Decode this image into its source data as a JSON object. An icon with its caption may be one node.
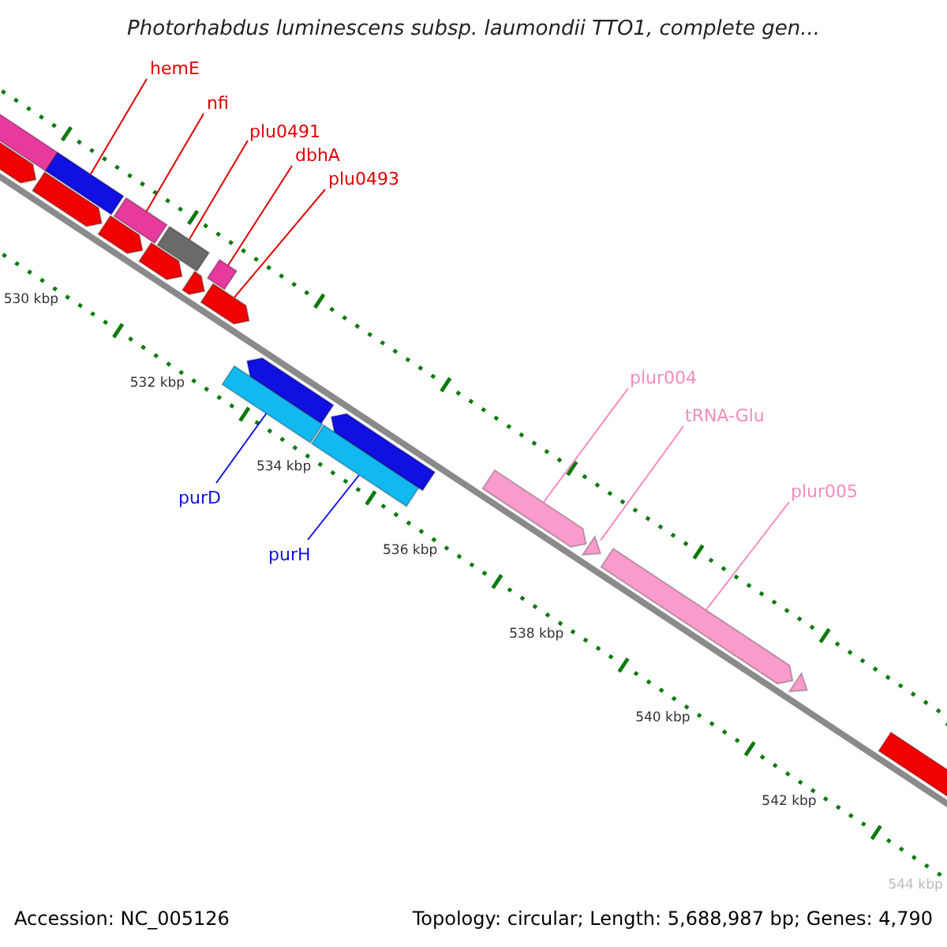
{
  "diagram": {
    "title": "Photorhabdus luminescens subsp. laumondii TTO1, complete gen...",
    "nodes": [
      {
        "text": [
          "hemE"
        ]
      },
      {
        "text": [
          "nfi"
        ]
      },
      {
        "text": [
          "plu0491"
        ]
      },
      {
        "text": [
          "dbhA"
        ]
      },
      {
        "text": [
          "plu0493"
        ]
      },
      {
        "text": [
          "plur004"
        ]
      },
      {
        "text": [
          "tRNA-Glu"
        ]
      },
      {
        "text": [
          "plur005"
        ]
      },
      {
        "text": [
          "purD"
        ]
      },
      {
        "text": [
          "purH"
        ]
      },
      {
        "text": [],
        "shape": "box"
      },
      {
        "text": [],
        "shape": "box"
      },
      {
        "text": [],
        "shape": "box"
      },
      {
        "text": [],
        "shape": "box"
      },
      {
        "text": [],
        "shape": "box"
      },
      {
        "text": [],
        "shape": "arrow"
      },
      {
        "text": [],
        "shape": "arrow"
      },
      {
        "text": [],
        "shape": "arrow"
      },
      {
        "text": [],
        "shape": "arrow"
      },
      {
        "text": [],
        "shape": "arrow"
      },
      {
        "text": [],
        "shape": "arrow"
      },
      {
        "text": [],
        "shape": "arrow"
      },
      {
        "text": [],
        "shape": "arrow"
      },
      {
        "text": [],
        "shape": "box"
      },
      {
        "text": [],
        "shape": "box"
      },
      {
        "text": [],
        "shape": "arrow"
      },
      {
        "text": [],
        "shape": "triangle"
      },
      {
        "text": [],
        "shape": "arrow"
      },
      {
        "text": [],
        "shape": "triangle"
      },
      {
        "text": [],
        "shape": "arrow"
      }
    ],
    "edges": [
      {
        "from": 0,
        "to": 11,
        "arrow": "none"
      },
      {
        "from": 1,
        "to": 12,
        "arrow": "none"
      },
      {
        "from": 2,
        "to": 13,
        "arrow": "none"
      },
      {
        "from": 3,
        "to": 14,
        "arrow": "none"
      },
      {
        "from": 4,
        "to": 20,
        "arrow": "none"
      },
      {
        "from": 5,
        "to": 25,
        "arrow": "none",
        "color": "#f48cc0"
      },
      {
        "from": 6,
        "to": 26,
        "arrow": "none",
        "color": "#f48cc0"
      },
      {
        "from": 7,
        "to": 27,
        "arrow": "none",
        "color": "#f48cc0"
      },
      {
        "from": 8,
        "to": 23,
        "arrow": "none",
        "color": "#1010e0"
      },
      {
        "from": 9,
        "to": 24,
        "arrow": "none",
        "color": "#1010e0"
      }
    ],
    "labels": [
      "530 kbp",
      "532 kbp",
      "534 kbp",
      "536 kbp",
      "538 kbp",
      "540 kbp",
      "542 kbp",
      "544 kbp",
      "Accession: NC_005126",
      "Topology: circular; Length: 5,688,987 bp; Genes: 4,790"
    ]
  }
}
